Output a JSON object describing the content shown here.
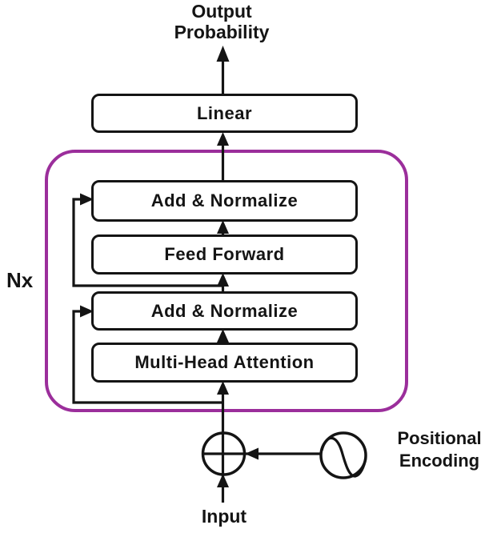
{
  "diagram": {
    "output_label": {
      "line1": "Output",
      "line2": "Probability"
    },
    "blocks": {
      "linear": "Linear",
      "add_normalize_top": "Add & Normalize",
      "feed_forward": "Feed Forward",
      "add_normalize_bottom": "Add & Normalize",
      "multi_head_attention": "Multi-Head Attention"
    },
    "repeat_label": "Nx",
    "positional_encoding_label": {
      "line1": "Positional",
      "line2": "Encoding"
    },
    "input_label": "Input",
    "icons": {
      "add_symbol": "plus-circle",
      "positional_encoding_symbol": "sine-wave"
    },
    "colors": {
      "encoder_outline": "#9B2E9B",
      "line_color": "#141414",
      "box_border": "#141414",
      "box_background": "#FFFFFF",
      "page_background": "#FFFFFF"
    }
  }
}
